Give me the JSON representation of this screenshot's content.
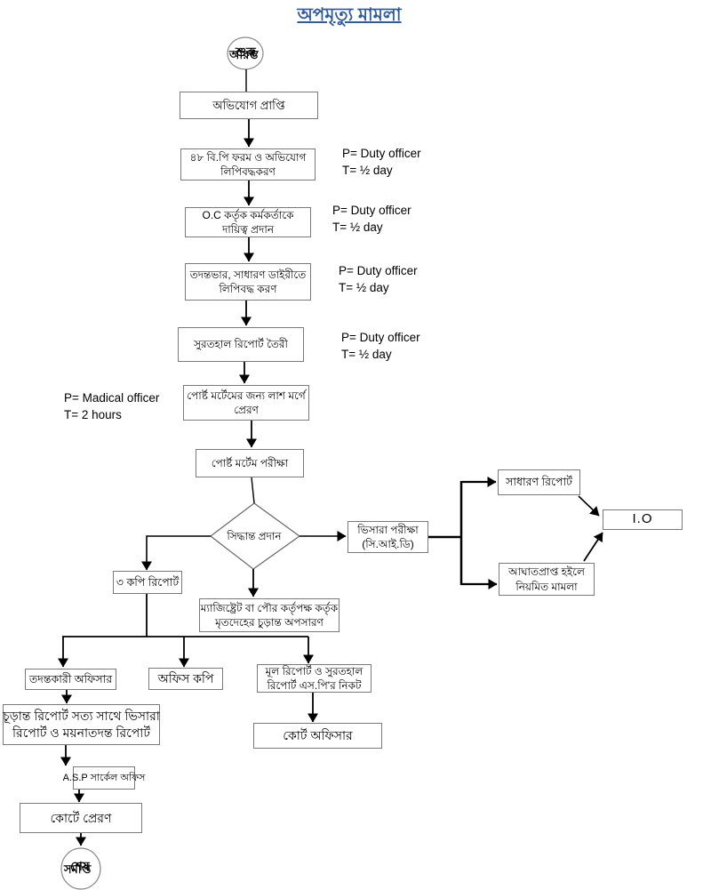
{
  "title": "অপমৃত্যু মামলা",
  "colors": {
    "title_blue": "#2e5c9e",
    "box_border": "#7a7a7a",
    "line_black": "#000000"
  },
  "terminals": {
    "start": {
      "overlap_texts": [
        "আরম্ভ",
        "শুরু"
      ]
    },
    "end": {
      "overlap_texts": [
        "সমাপ্ত",
        "শেষ"
      ]
    }
  },
  "boxes": {
    "complaint": "অভিযোগ প্রাপ্তি",
    "bp_form": [
      "৪৮ বি.পি ফরম ও অভিযোগ",
      "লিপিবদ্ধকরণ"
    ],
    "oc_assign": [
      "O.C কর্তৃক কর্মকর্তাকে",
      "দায়িত্ব প্রদান"
    ],
    "gd_entry": [
      "তদন্তভার, সাধারণ ডাইরীতে",
      "লিপিবদ্ধ করণ"
    ],
    "inquest": "সুরতহাল রিপোর্ট তৈরী",
    "morgue": [
      "পোর্ষ্ট মর্টেমের জন্য লাশ মর্গে",
      "প্রেরণ"
    ],
    "postmortem": "পোর্ষ্ট মর্টেম  পরীক্ষা",
    "decision": "সিদ্ধান্ত প্রদান",
    "viscera": [
      "ভিসারা পরীক্ষা",
      "(সি.আই.ডি)"
    ],
    "general_report": "সাধারণ রিপোর্ট",
    "io": "I.O",
    "injury_case": [
      "আঘাতপ্রাপ্ত হইলে",
      "নিয়মিত মামলা"
    ],
    "three_copies": "৩ কপি রিপোর্ট",
    "magistrate": [
      "ম্যাজিষ্ট্রেট বা পৌর কর্তৃপক্ষ কর্তৃক",
      "মৃতদেহের চুড়ান্ত অপসারণ"
    ],
    "investigating_officer": "তদন্তকারী অফিসার",
    "office_copy": "অফিস কপি",
    "original_report": [
      "মূল রিপোর্ট ও সুরতহাল",
      "রিপোর্ট এস.পি'র নিকট"
    ],
    "final_report": [
      "চূড়ান্ত রিপোর্ট সত্য সাথে ভিসারা",
      "রিপোর্ট ও ময়নাতদন্ত রিপোর্ট"
    ],
    "asp_office": "A.S.P সার্কেল অফিস",
    "court_send": "কোর্টে প্রেরণ",
    "court_officer": "কোর্ট অফিসার"
  },
  "annotations": {
    "duty": {
      "p": "P= Duty officer",
      "t": "T= ½ day"
    },
    "medical": {
      "p": "P= Madical officer",
      "t": "T= 2 hours"
    }
  }
}
